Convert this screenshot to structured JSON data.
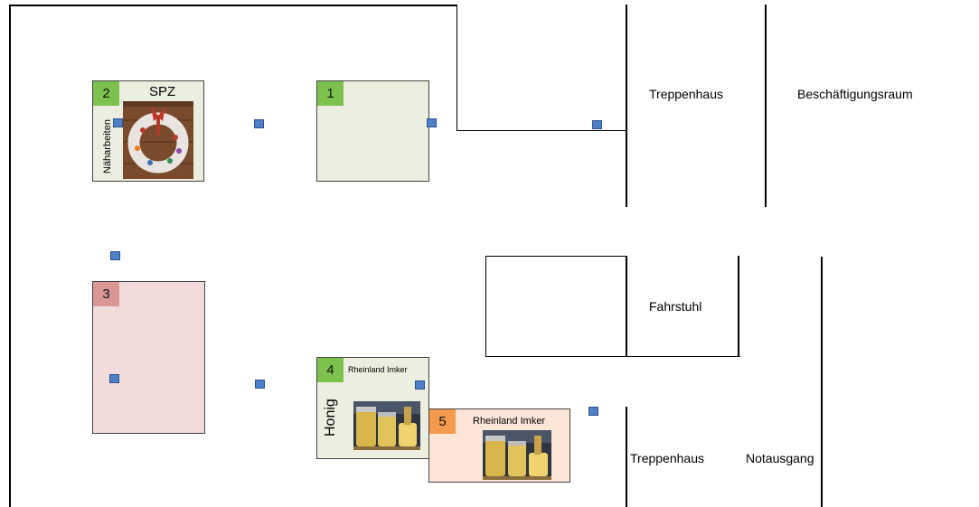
{
  "rooms": {
    "treppenhaus_top": "Treppenhaus",
    "beschaeftigungsraum": "Beschäftigungsraum",
    "fahrstuhl": "Fahrstuhl",
    "treppenhaus_bottom": "Treppenhaus",
    "notausgang": "Notausgang"
  },
  "stands": [
    {
      "number": "2",
      "title": "SPZ",
      "side_label": "Näharbeiten",
      "color": "#ecefdf",
      "badge_color": "#7dc24e",
      "photo": "wreath-photo"
    },
    {
      "number": "1",
      "color": "#ecefdf",
      "badge_color": "#7dc24e"
    },
    {
      "number": "3",
      "color": "#f2dcdb",
      "badge_color": "#d99694"
    },
    {
      "number": "4",
      "title": "Rheinland Imker",
      "side_label": "Honig",
      "color": "#ecefdf",
      "badge_color": "#7dc24e",
      "photo": "honey-jars-photo"
    },
    {
      "number": "5",
      "title": "Rheinland Imker",
      "color": "#fbe5d6",
      "badge_color": "#f39a4c",
      "photo": "honey-jars-photo"
    }
  ],
  "colors": {
    "marker": "#4f7fc6",
    "wall": "#000000"
  }
}
